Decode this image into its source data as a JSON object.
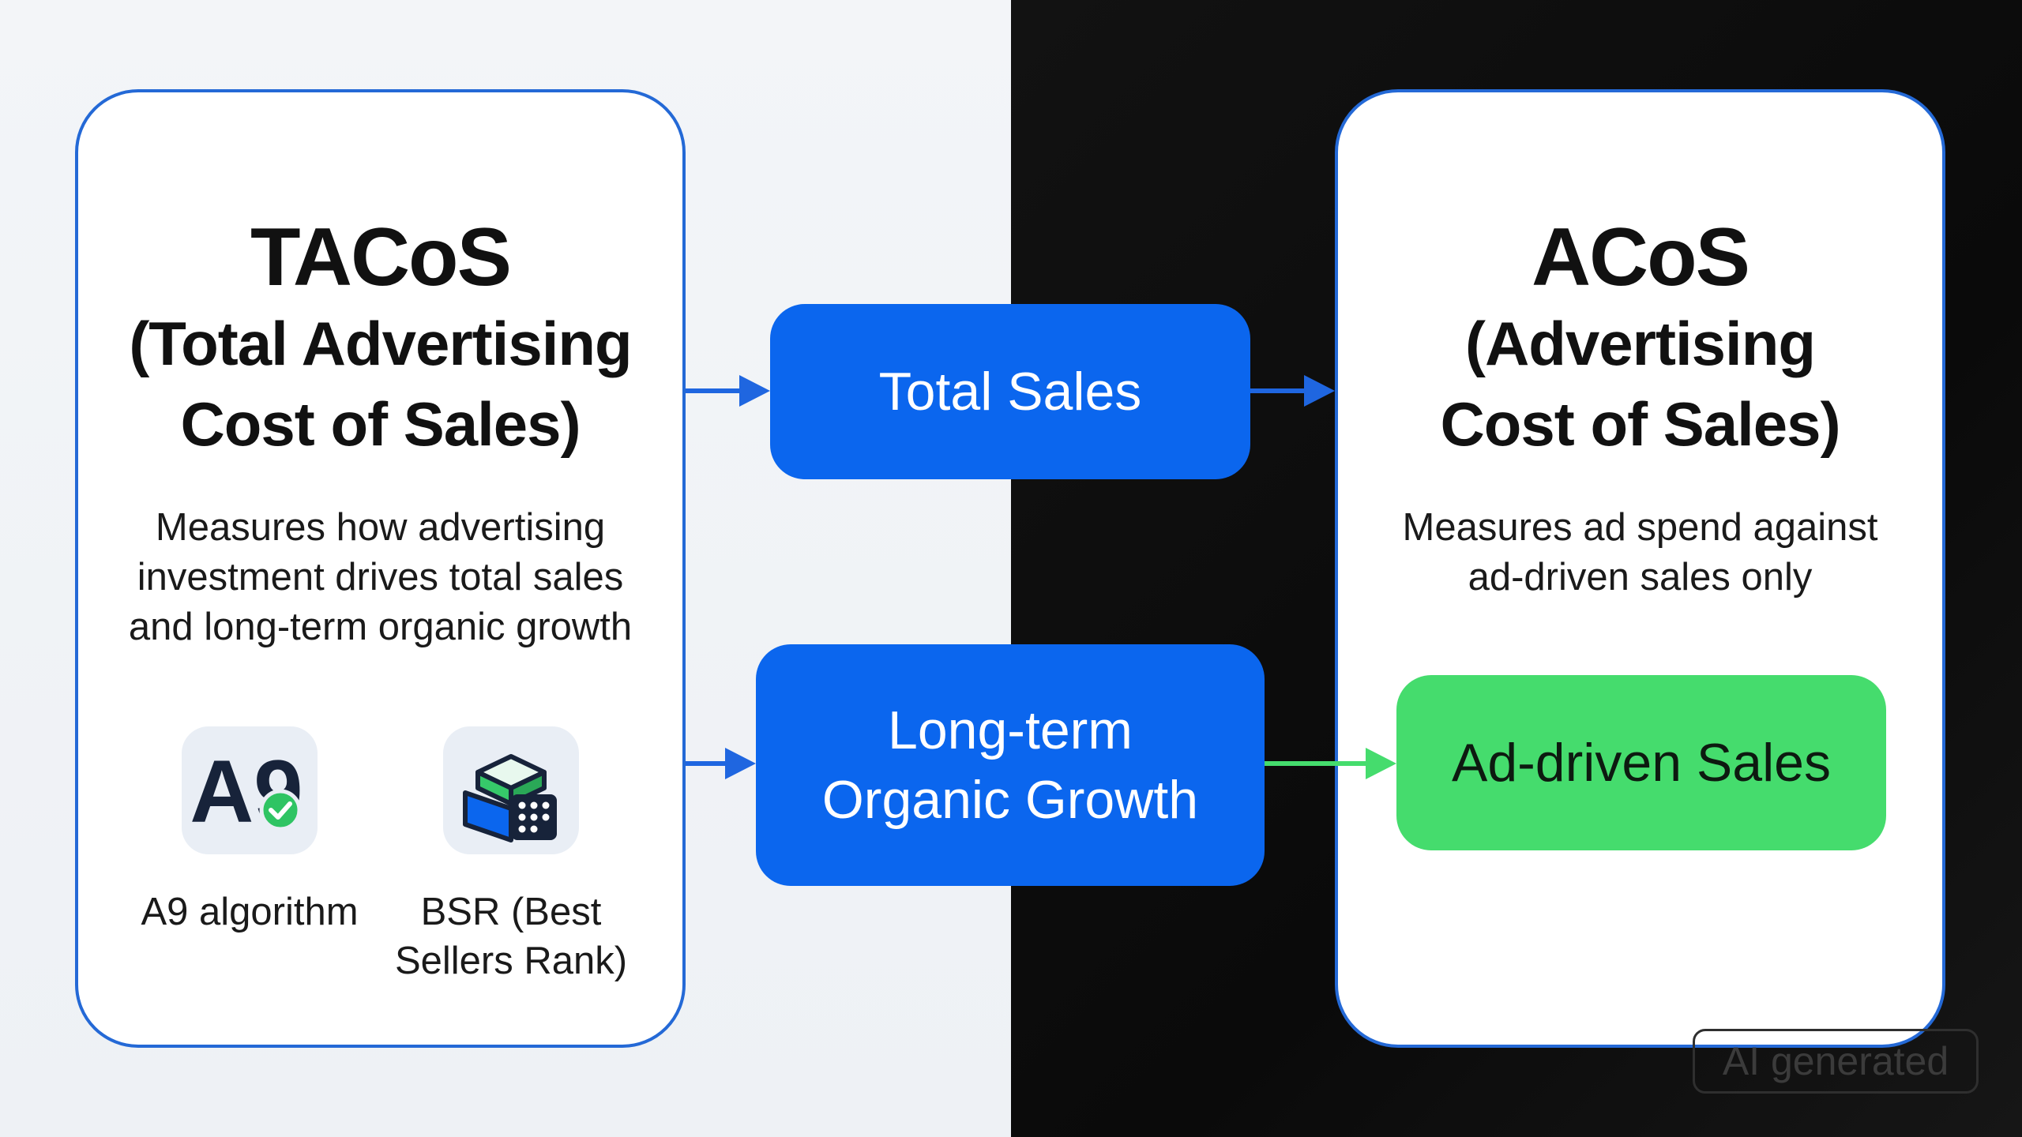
{
  "left_panel": {
    "title": "TACoS",
    "subtitle_line1": "(Total Advertising",
    "subtitle_line2": "Cost of Sales)",
    "desc_line1": "Measures how advertising",
    "desc_line2": "investment drives total sales",
    "desc_line3": "and long-term organic growth",
    "icons": [
      {
        "icon": "a9-icon",
        "glyph": "A9",
        "label": "A9 algorithm"
      },
      {
        "icon": "bsr-icon",
        "label_line1": "BSR (Best",
        "label_line2": "Sellers Rank)"
      }
    ]
  },
  "right_panel": {
    "title": "ACoS",
    "subtitle_line1": "(Advertising",
    "subtitle_line2": "Cost of Sales)",
    "desc_line1": "Measures ad spend against",
    "desc_line2": "ad-driven sales only"
  },
  "boxes": {
    "total_sales": "Total Sales",
    "organic_line1": "Long-term",
    "organic_line2": "Organic Growth",
    "ad_driven": "Ad-driven Sales"
  },
  "watermark": "AI generated",
  "colors": {
    "panel_border": "#2469d6",
    "blue_box": "#0b66ee",
    "green_box": "#45dc6d",
    "arrow_blue": "#1f66e0",
    "arrow_green": "#45dc6d"
  }
}
